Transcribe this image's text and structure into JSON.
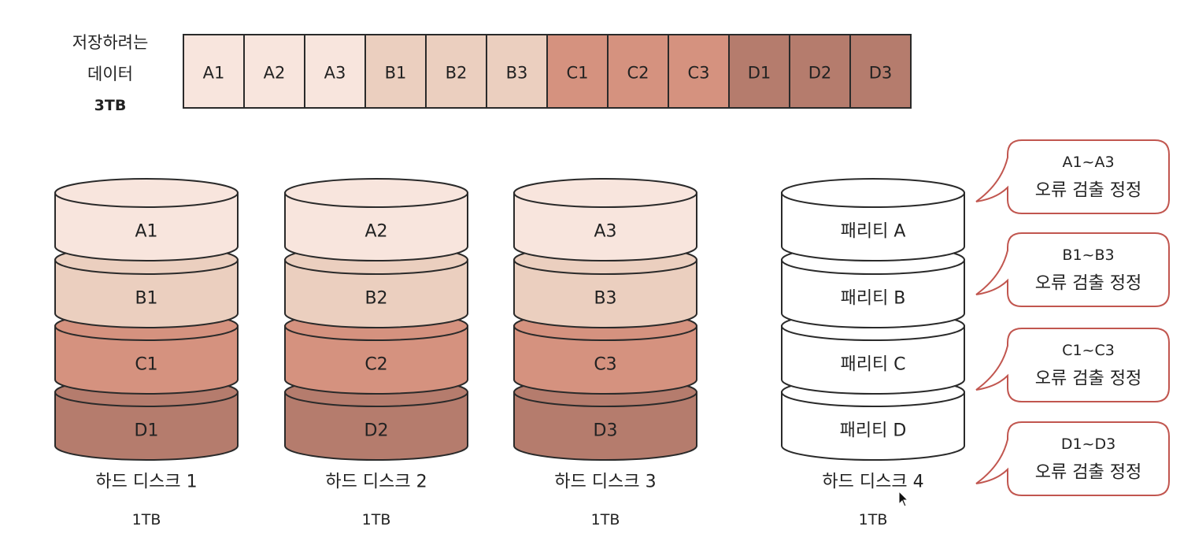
{
  "data_label": {
    "line1": "저장하려는",
    "line2": "데이터",
    "size": "3TB"
  },
  "colors": {
    "A": "#f8e5dd",
    "B": "#ebcfbf",
    "C": "#d5927f",
    "D": "#b57c6d",
    "parity": "#ffffff",
    "stroke": "#2a2a2a",
    "bubble_stroke": "#c1564f"
  },
  "strip_blocks": [
    {
      "label": "A1",
      "group": "A"
    },
    {
      "label": "A2",
      "group": "A"
    },
    {
      "label": "A3",
      "group": "A"
    },
    {
      "label": "B1",
      "group": "B"
    },
    {
      "label": "B2",
      "group": "B"
    },
    {
      "label": "B3",
      "group": "B"
    },
    {
      "label": "C1",
      "group": "C"
    },
    {
      "label": "C2",
      "group": "C"
    },
    {
      "label": "C3",
      "group": "C"
    },
    {
      "label": "D1",
      "group": "D"
    },
    {
      "label": "D2",
      "group": "D"
    },
    {
      "label": "D3",
      "group": "D"
    }
  ],
  "disks": [
    {
      "name": "하드 디스크 1",
      "size": "1TB",
      "slices": [
        {
          "label": "A1",
          "group": "A"
        },
        {
          "label": "B1",
          "group": "B"
        },
        {
          "label": "C1",
          "group": "C"
        },
        {
          "label": "D1",
          "group": "D"
        }
      ]
    },
    {
      "name": "하드 디스크 2",
      "size": "1TB",
      "slices": [
        {
          "label": "A2",
          "group": "A"
        },
        {
          "label": "B2",
          "group": "B"
        },
        {
          "label": "C2",
          "group": "C"
        },
        {
          "label": "D2",
          "group": "D"
        }
      ]
    },
    {
      "name": "하드 디스크 3",
      "size": "1TB",
      "slices": [
        {
          "label": "A3",
          "group": "A"
        },
        {
          "label": "B3",
          "group": "B"
        },
        {
          "label": "C3",
          "group": "C"
        },
        {
          "label": "D3",
          "group": "D"
        }
      ]
    },
    {
      "name": "하드 디스크 4",
      "size": "1TB",
      "slices": [
        {
          "label": "패리티 A",
          "group": "parity"
        },
        {
          "label": "패리티 B",
          "group": "parity"
        },
        {
          "label": "패리티 C",
          "group": "parity"
        },
        {
          "label": "패리티 D",
          "group": "parity"
        }
      ]
    }
  ],
  "callouts": [
    {
      "range": "A1~A3",
      "text": "오류 검출 정정"
    },
    {
      "range": "B1~B3",
      "text": "오류 검출 정정"
    },
    {
      "range": "C1~C3",
      "text": "오류 검출 정정"
    },
    {
      "range": "D1~D3",
      "text": "오류 검출 정정"
    }
  ],
  "icons": {
    "cursor": "mouse-pointer-icon"
  }
}
